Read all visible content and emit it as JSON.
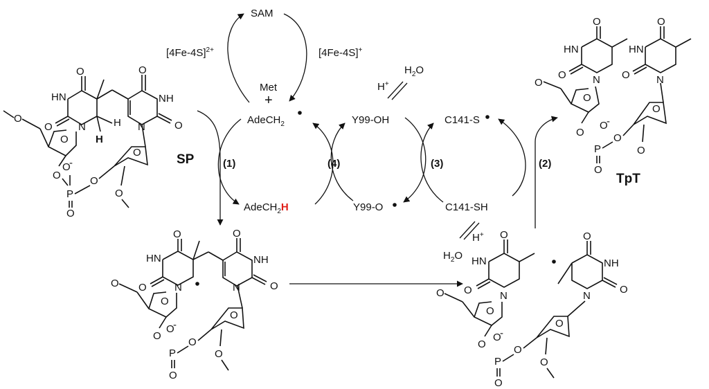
{
  "colors": {
    "step_label": "#1f2fd0",
    "highlight_h": "#e0201a",
    "ink": "#111111"
  },
  "cycle": {
    "sam": "SAM",
    "fe4s_2plus_base": "[4Fe-4S]",
    "fe4s_2plus_sup": "2+",
    "fe4s_plus_base": "[4Fe-4S]",
    "fe4s_plus_sup": "+",
    "met": "Met",
    "plus": "+",
    "adech2_radical": "AdeCH",
    "adech2_radical_sub": "2",
    "adech2h": "AdeCH",
    "adech2h_sub": "2",
    "adech2h_h": "H",
    "y99_oh": "Y99-OH",
    "y99_o": "Y99-O",
    "c141_s": "C141-S",
    "c141_sh": "C141-SH",
    "h_plus_top": "H",
    "h_plus_top_sup": "+",
    "h2o_top": "H",
    "h2o_top_sub": "2",
    "h2o_top_o": "O",
    "h_plus_bottom": "H",
    "h_plus_bottom_sup": "+",
    "h2o_bottom": "H",
    "h2o_bottom_sub": "2",
    "h2o_bottom_o": "O"
  },
  "steps": [
    "(1)",
    "(4)",
    "(3)",
    "(2)"
  ],
  "compounds": {
    "sp_label": "SP",
    "tpt_label": "TpT"
  },
  "atoms": {
    "O": "O",
    "HN": "HN",
    "NH": "NH",
    "N": "N",
    "H": "H",
    "P": "P",
    "O_minus": "O",
    "minus": "-"
  }
}
